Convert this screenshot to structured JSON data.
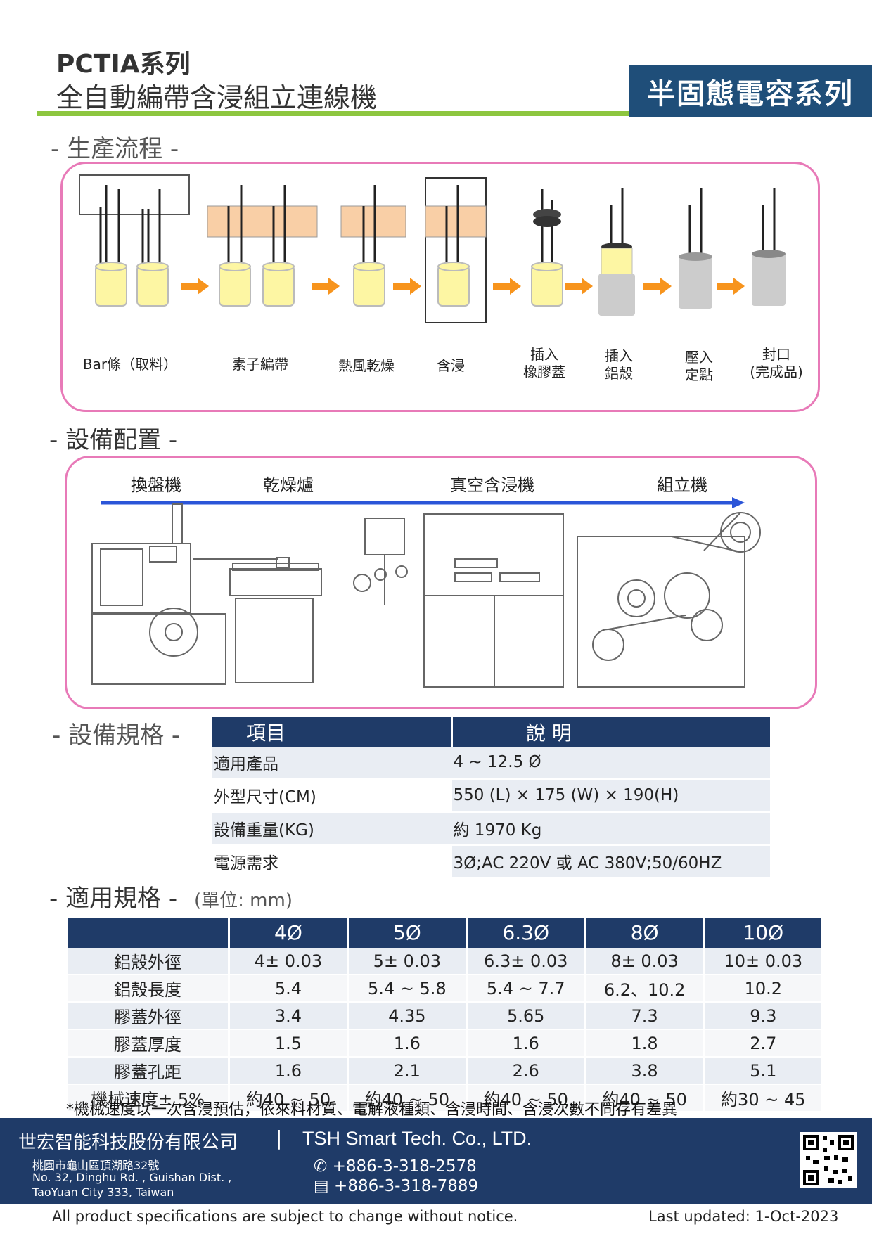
{
  "header": {
    "series": "PCTIA系列",
    "product_name": "全自動編帶含浸組立連線機",
    "badge": "半固態電容系列"
  },
  "process": {
    "title": "- 生產流程 -",
    "stages": [
      {
        "line1": "Bar條（取料）",
        "line2": ""
      },
      {
        "line1": "素子編帶",
        "line2": ""
      },
      {
        "line1": "熱風乾燥",
        "line2": ""
      },
      {
        "line1": "含浸",
        "line2": ""
      },
      {
        "line1": "插入",
        "line2": "橡膠蓋"
      },
      {
        "line1": "插入",
        "line2": "鋁殼"
      },
      {
        "line1": "壓入",
        "line2": "定點"
      },
      {
        "line1": "封口",
        "line2": "(完成品)"
      }
    ]
  },
  "equipment": {
    "title": "- 設備配置 -",
    "machines": [
      "換盤機",
      "乾燥爐",
      "真空含浸機",
      "組立機"
    ]
  },
  "specs": {
    "title": "- 設備規格 -",
    "header_item": "項目",
    "header_desc": "說 明",
    "rows": [
      {
        "item": "適用產品",
        "desc": "4 ~ 12.5 Ø"
      },
      {
        "item": "外型尺寸(CM)",
        "desc": "550 (L) × 175 (W) × 190(H)"
      },
      {
        "item": "設備重量(KG)",
        "desc": "約 1970 Kg"
      },
      {
        "item": "電源需求",
        "desc": "3Ø;AC 220V 或 AC 380V;50/60HZ"
      }
    ]
  },
  "applicable": {
    "title": "- 適用規格 -",
    "unit": "(單位:  mm)",
    "columns": [
      "4Ø",
      "5Ø",
      "6.3Ø",
      "8Ø",
      "10Ø"
    ],
    "rows": [
      {
        "label": "鋁殼外徑",
        "values": [
          "4± 0.03",
          "5± 0.03",
          "6.3± 0.03",
          "8± 0.03",
          "10± 0.03"
        ]
      },
      {
        "label": "鋁殼長度",
        "values": [
          "5.4",
          "5.4 ~ 5.8",
          "5.4 ~ 7.7",
          "6.2、10.2",
          "10.2"
        ]
      },
      {
        "label": "膠蓋外徑",
        "values": [
          "3.4",
          "4.35",
          "5.65",
          "7.3",
          "9.3"
        ]
      },
      {
        "label": "膠蓋厚度",
        "values": [
          "1.5",
          "1.6",
          "1.6",
          "1.8",
          "2.7"
        ]
      },
      {
        "label": "膠蓋孔距",
        "values": [
          "1.6",
          "2.1",
          "2.6",
          "3.8",
          "5.1"
        ]
      },
      {
        "label": "機械速度± 5%",
        "values": [
          "約40 ~ 50",
          "約40 ~ 50",
          "約40 ~ 50",
          "約40 ~ 50",
          "約30 ~ 45"
        ]
      }
    ],
    "note": "*機械速度以一次含浸預估，依來料材質、電解液種類、含浸時間、含浸次數不同存有差異"
  },
  "footer": {
    "company_zh": "世宏智能科技股份有限公司",
    "separator": "|",
    "company_en": "TSH Smart Tech. Co., LTD.",
    "addr_zh": "桃園市龜山區頂湖路32號",
    "addr_en1": "No. 32, Dinghu Rd. , Guishan Dist. ,",
    "addr_en2": "TaoYuan City 333, Taiwan",
    "phone": "+886-3-318-2578",
    "fax": "+886-3-318-7889",
    "disclaimer": "All product specifications are subject to change without notice.",
    "updated": "Last updated: 1-Oct-2023"
  },
  "colors": {
    "navy": "#1f3b68",
    "green": "#8dc63f",
    "pink": "#e87ab8",
    "orange": "#f7941d",
    "yellow": "#fdf6a3"
  }
}
